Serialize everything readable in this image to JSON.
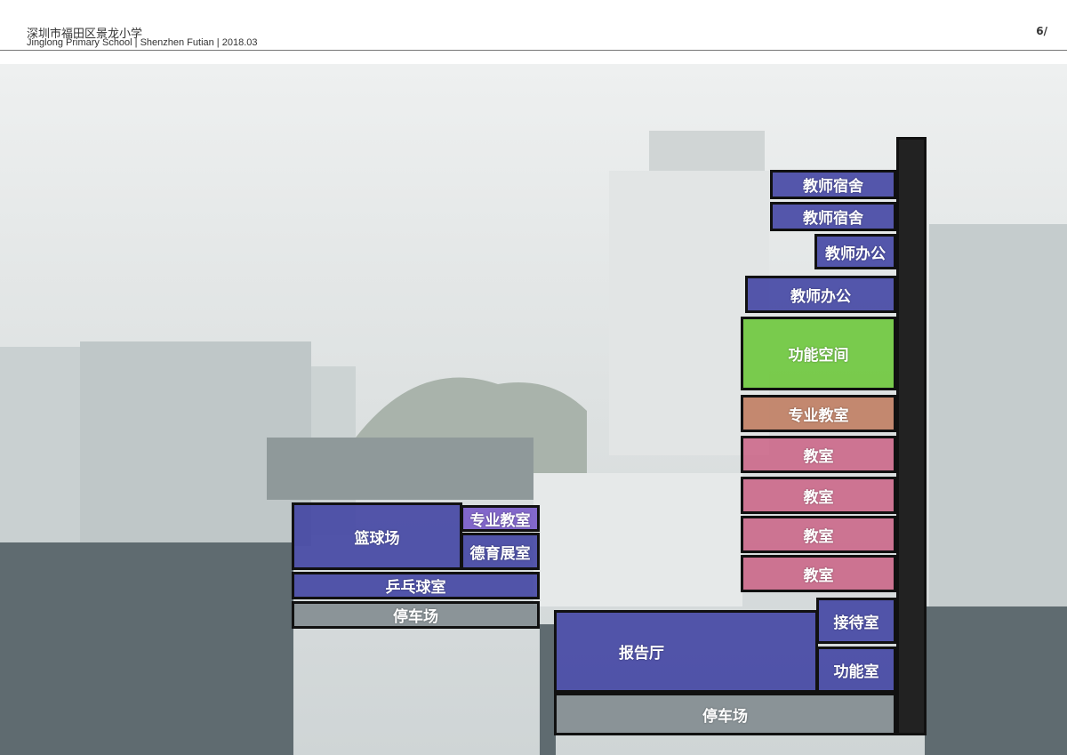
{
  "header": {
    "title_cn": "深圳市福田区景龙小学",
    "title_en": "Jinglong Primary School | Shenzhen Futian | 2018.03",
    "page_number": "6/"
  },
  "rooms": {
    "dorm_1": "教师宿舍",
    "dorm_2": "教师宿舍",
    "office_1": "教师办公",
    "office_2": "教师办公",
    "function_space": "功能空间",
    "special_classroom_tower": "专业教室",
    "classroom_1": "教室",
    "classroom_2": "教室",
    "classroom_3": "教室",
    "classroom_4": "教室",
    "basketball": "篮球场",
    "special_classroom_left": "专业教室",
    "moral_exhibit": "德育展室",
    "pingpong": "乒乓球室",
    "parking_left": "停车场",
    "auditorium": "报告厅",
    "reception": "接待室",
    "function_room": "功能室",
    "parking_right": "停车场"
  },
  "colors": {
    "blue": "#3a3ca0",
    "purple": "#785ac8",
    "green": "#6ec83c",
    "brown": "#be785a",
    "pink": "#c85078",
    "ground": "#5f6b70"
  }
}
